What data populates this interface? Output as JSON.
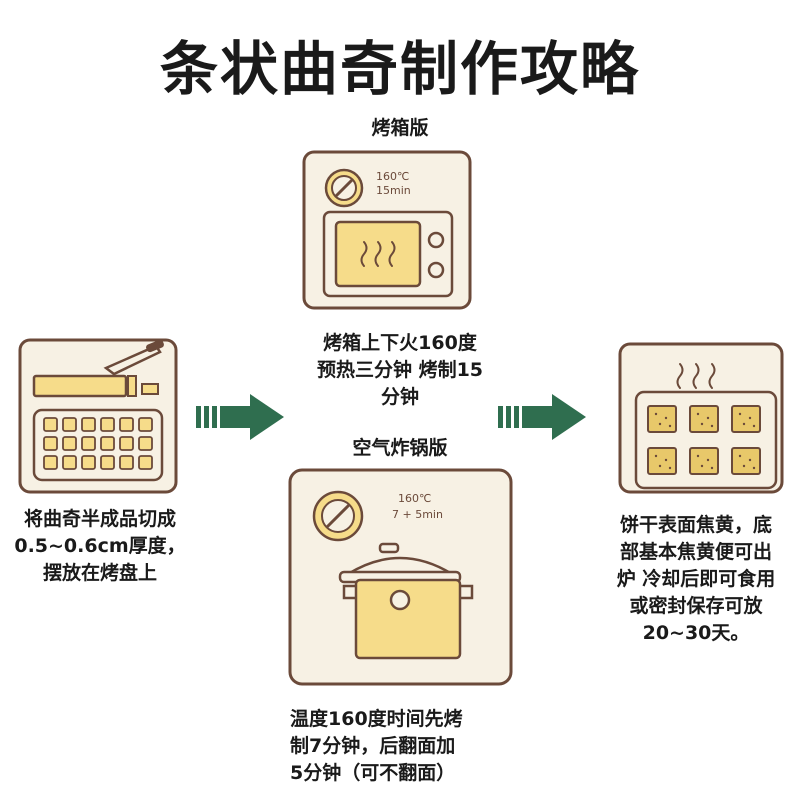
{
  "title": "条状曲奇制作攻略",
  "steps": {
    "cut": {
      "caption_lines": [
        "将曲奇半成品切成",
        "0.5~0.6cm厚度，",
        "摆放在烤盘上"
      ]
    },
    "oven": {
      "label": "烤箱版",
      "temp": "160℃",
      "time": "15min",
      "caption_lines": [
        "烤箱上下火160度",
        "预热三分钟 烤制15",
        "分钟"
      ]
    },
    "airfryer": {
      "label": "空气炸锅版",
      "temp": "160℃",
      "time": "7 + 5min",
      "caption_lines": [
        "温度160度时间先烤",
        "制7分钟，后翻面加",
        "5分钟（可不翻面）"
      ]
    },
    "done": {
      "caption_lines": [
        "饼干表面焦黄，底",
        "部基本焦黄便可出",
        "炉 冷却后即可食用",
        "或密封保存可放",
        "20~30天。"
      ]
    }
  },
  "colors": {
    "card_bg": "#f7f1e4",
    "card_border": "#6b4a3a",
    "cookie": "#f6dc8a",
    "cookie_dark": "#e8c86a",
    "arrow": "#2f6e4f",
    "wire": "#1a1a1a"
  }
}
